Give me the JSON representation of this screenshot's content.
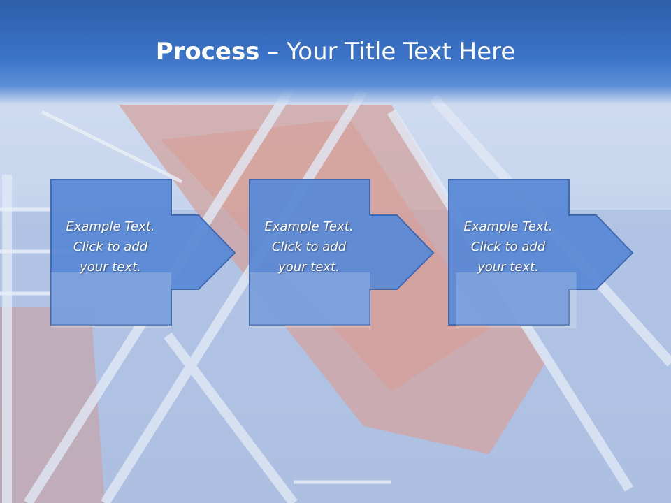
{
  "title": {
    "bold": "Process",
    "rest": " – Your Title Text Here"
  },
  "steps": [
    {
      "line1": "Example Text.",
      "line2": "Click  to add",
      "line3": "your text."
    },
    {
      "line1": "Example Text.",
      "line2": "Click  to add",
      "line3": "your text."
    },
    {
      "line1": "Example Text.",
      "line2": "Click  to add",
      "line3": "your text."
    }
  ],
  "colors": {
    "title_bar": "#3b73c8",
    "block_fill": "#5b8ad6",
    "block_stroke": "#3a66b0",
    "lifeboat": "#e0704a"
  }
}
